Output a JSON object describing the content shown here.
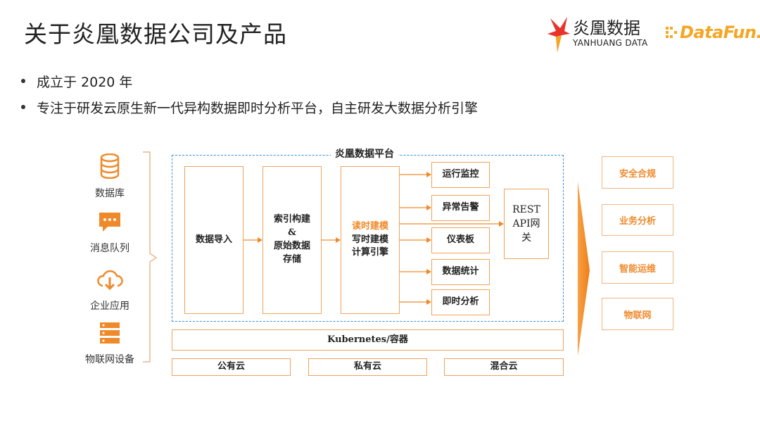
{
  "title": "关于炎凰数据公司及产品",
  "logos": {
    "yanhuang_cn": "炎凰数据",
    "yanhuang_en": "YANHUANG DATA",
    "datafun": "DataFun."
  },
  "bullets": [
    "成立于 2020 年",
    "专注于研发云原生新一代异构数据即时分析平台，自主研发大数据分析引擎"
  ],
  "sources": [
    {
      "label": "数据库",
      "icon": "database-icon"
    },
    {
      "label": "消息队列",
      "icon": "message-icon"
    },
    {
      "label": "企业应用",
      "icon": "cloud-download-icon"
    },
    {
      "label": "物联网设备",
      "icon": "server-icon"
    }
  ],
  "platform": {
    "title": "炎凰数据平台",
    "import": "数据导入",
    "index_line1": "索引构建",
    "index_line2": "&",
    "index_line3": "原始数据",
    "index_line4": "存储",
    "model_line1": "读时建模",
    "model_line2": "写时建模",
    "model_line3": "计算引擎",
    "functions": [
      "运行监控",
      "异常告警",
      "仪表板",
      "数据统计",
      "即时分析"
    ],
    "gateway_line1": "REST",
    "gateway_line2": "API网",
    "gateway_line3": "关"
  },
  "infra": {
    "kubernetes": "Kubernetes/容器",
    "clouds": [
      "公有云",
      "私有云",
      "混合云"
    ]
  },
  "capabilities": [
    "安全合规",
    "业务分析",
    "智能运维",
    "物联网"
  ],
  "colors": {
    "accent": "#ef8a2b",
    "box_border": "#f0a35a",
    "platform_border": "#3a8fd6"
  }
}
